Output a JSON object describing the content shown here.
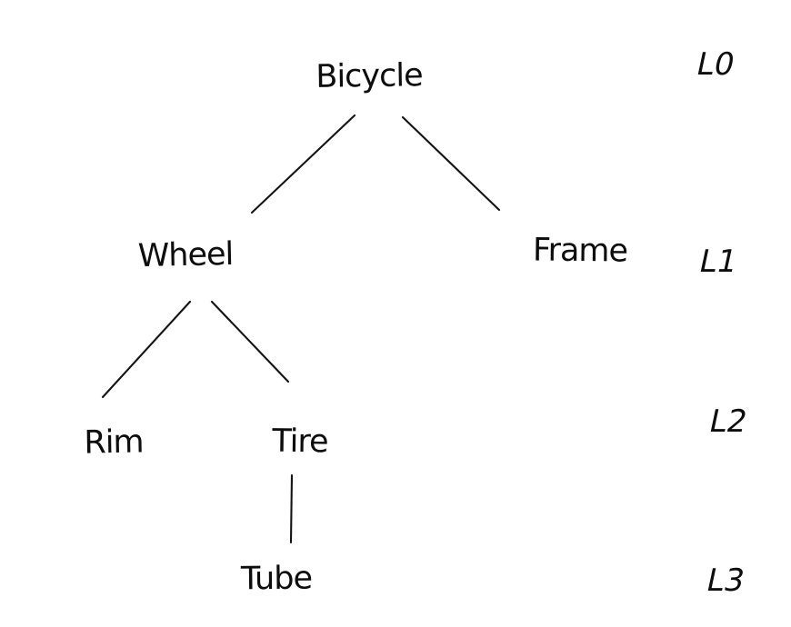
{
  "diagram": {
    "type": "tree",
    "background_color": "#ffffff",
    "ink_color": "#0d0d0d",
    "nodes": {
      "bicycle": {
        "label": "Bicycle",
        "level": "L0"
      },
      "wheel": {
        "label": "Wheel",
        "level": "L1"
      },
      "frame": {
        "label": "Frame",
        "level": "L1"
      },
      "rim": {
        "label": "Rim",
        "level": "L2"
      },
      "tire": {
        "label": "Tire",
        "level": "L2"
      },
      "tube": {
        "label": "Tube",
        "level": "L3"
      }
    },
    "edges": [
      {
        "from": "Bicycle",
        "to": "Wheel"
      },
      {
        "from": "Bicycle",
        "to": "Frame"
      },
      {
        "from": "Wheel",
        "to": "Rim"
      },
      {
        "from": "Wheel",
        "to": "Tire"
      },
      {
        "from": "Tire",
        "to": "Tube"
      }
    ],
    "level_labels": {
      "l0": "L0",
      "l1": "L1",
      "l2": "L2",
      "l3": "L3"
    }
  }
}
